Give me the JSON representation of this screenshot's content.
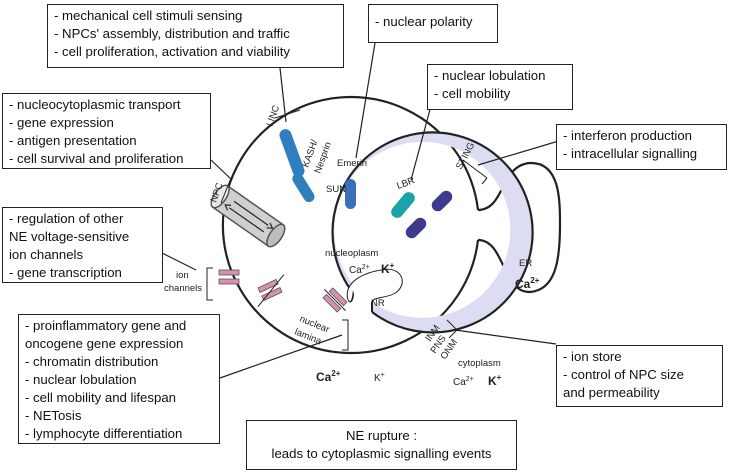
{
  "boxes": {
    "linc_box": [
      "- mechanical cell stimuli sensing",
      "- NPCs' assembly, distribution and traffic",
      "- cell proliferation, activation and viability"
    ],
    "polarity_box": [
      "- nuclear polarity"
    ],
    "lbr_box": [
      "- nuclear lobulation",
      "- cell mobility"
    ],
    "npc_box": [
      "- nucleocytoplasmic transport",
      "- gene expression",
      "- antigen presentation",
      "- cell survival and proliferation"
    ],
    "sting_box": [
      "- interferon production",
      "- intracellular signalling"
    ],
    "ion_channel_box": [
      "- regulation of other",
      "NE voltage-sensitive",
      "ion channels",
      "- gene transcription"
    ],
    "lamina_box": [
      "- proinflammatory gene and",
      "oncogene gene expression",
      "- chromatin distribution",
      "- nuclear lobulation",
      "- cell mobility and lifespan",
      "- NETosis",
      "- lymphocyte differentiation"
    ],
    "ion_store_box": [
      "- ion store",
      "- control of NPC size",
      "and permeability"
    ],
    "rupture_box": [
      "NE rupture :",
      "leads to cytoplasmic signalling events"
    ]
  },
  "labels": {
    "linc": "LINC",
    "kash": "KASH/",
    "nesprin": "Nesprin",
    "sun": "SUN",
    "emerin": "Emerin",
    "lbr": "LBR",
    "sting": "STING",
    "npc": "NPC",
    "ion_channels_1": "ion",
    "ion_channels_2": "channels",
    "nucleoplasm": "nucleoplasm",
    "ca_nuc": "Ca",
    "ca_nuc_sup": "2+",
    "k_nuc": "K",
    "k_nuc_sup": "+",
    "nr": "NR",
    "nuclear": "nuclear",
    "lamina": "lamina",
    "inm": "INM",
    "pns": "PNS",
    "onm": "ONM",
    "er": "ER",
    "ca_er": "Ca",
    "ca_er_sup": "2+",
    "cytoplasm": "cytoplasm",
    "ca_cyto_big": "Ca",
    "ca_cyto_big_sup": "2+",
    "k_cyto_small": "K",
    "k_cyto_small_sup": "+",
    "ca_cyto_small": "Ca",
    "ca_cyto_small_sup": "2+",
    "k_cyto_big": "K",
    "k_cyto_big_sup": "+"
  },
  "colors": {
    "lamina_fill": "#dcdcf2",
    "linc_blue": "#2f7fbf",
    "emerin_blue": "#3b6fb8",
    "lbr_teal": "#1aa3a8",
    "sting_purple": "#3e3a8c",
    "channel_pink": "#d98fb0",
    "npc_gray": "#cfcfcf"
  }
}
